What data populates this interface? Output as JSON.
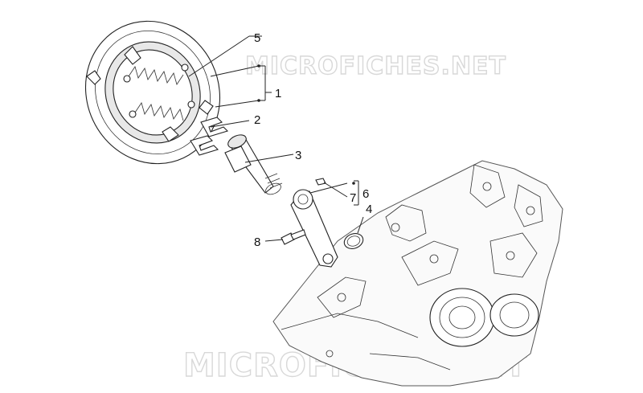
{
  "watermark": {
    "top": "MICROFICHES.NET",
    "bottom": "MICROFICHES.NET"
  },
  "callouts": {
    "c1": "1",
    "c2": "2",
    "c3": "3",
    "c4": "4",
    "c5": "5",
    "c6": "6",
    "c7": "7",
    "c8": "8"
  },
  "colors": {
    "line": "#222222",
    "watermark": "#d8d8d8",
    "background": "#ffffff"
  }
}
